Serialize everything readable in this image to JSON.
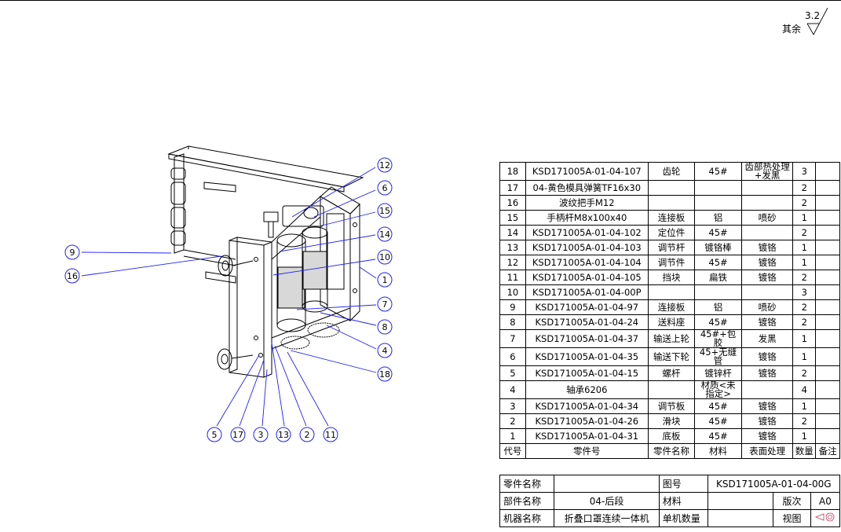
{
  "roughness": {
    "other_label": "其余",
    "value": "3.2"
  },
  "balloons": [
    "12",
    "6",
    "15",
    "14",
    "10",
    "1",
    "7",
    "8",
    "4",
    "18",
    "9",
    "16",
    "5",
    "17",
    "3",
    "13",
    "2",
    "11"
  ],
  "bom": {
    "header": {
      "seq": "代号",
      "part_no": "零件号",
      "name": "零件名称",
      "material": "材料",
      "surface": "表面处理",
      "qty": "数量",
      "note": "备注"
    },
    "rows": [
      {
        "seq": "18",
        "part_no": "KSD171005A-01-04-107",
        "name": "齿轮",
        "material": "45#",
        "surface": "齿部热处理+发黑",
        "qty": "3"
      },
      {
        "seq": "17",
        "part_no": "04-黄色模具弹簧TF16x30",
        "name": "",
        "material": "",
        "surface": "",
        "qty": "2"
      },
      {
        "seq": "16",
        "part_no": "波纹把手M12",
        "name": "",
        "material": "",
        "surface": "",
        "qty": "2"
      },
      {
        "seq": "15",
        "part_no": "手柄杆M8x100x40",
        "name": "连接板",
        "material": "铝",
        "surface": "喷砂",
        "qty": "1"
      },
      {
        "seq": "14",
        "part_no": "KSD171005A-01-04-102",
        "name": "定位件",
        "material": "45#",
        "surface": "",
        "qty": "2"
      },
      {
        "seq": "13",
        "part_no": "KSD171005A-01-04-103",
        "name": "调节杆",
        "material": "镀铬棒",
        "surface": "镀铬",
        "qty": "1"
      },
      {
        "seq": "12",
        "part_no": "KSD171005A-01-04-104",
        "name": "调节件",
        "material": "45#",
        "surface": "镀铬",
        "qty": "1"
      },
      {
        "seq": "11",
        "part_no": "KSD171005A-01-04-105",
        "name": "挡块",
        "material": "扁铁",
        "surface": "镀铬",
        "qty": "2"
      },
      {
        "seq": "10",
        "part_no": "KSD171005A-01-04-00P",
        "name": "",
        "material": "",
        "surface": "",
        "qty": "3"
      },
      {
        "seq": "9",
        "part_no": "KSD171005A-01-04-97",
        "name": "连接板",
        "material": "铝",
        "surface": "喷砂",
        "qty": "2"
      },
      {
        "seq": "8",
        "part_no": "KSD171005A-01-04-24",
        "name": "送料座",
        "material": "45#",
        "surface": "镀铬",
        "qty": "2"
      },
      {
        "seq": "7",
        "part_no": "KSD171005A-01-04-37",
        "name": "输送上轮",
        "material": "45#+包胶",
        "surface": "发黑",
        "qty": "1"
      },
      {
        "seq": "6",
        "part_no": "KSD171005A-01-04-35",
        "name": "输送下轮",
        "material": "45+无缝管",
        "surface": "镀铬",
        "qty": "1"
      },
      {
        "seq": "5",
        "part_no": "KSD171005A-01-04-15",
        "name": "螺杆",
        "material": "镀锌杆",
        "surface": "镀铬",
        "qty": "2"
      },
      {
        "seq": "4",
        "part_no": "轴承6206",
        "name": "",
        "material": "材质<未指定>",
        "surface": "",
        "qty": "4"
      },
      {
        "seq": "3",
        "part_no": "KSD171005A-01-04-34",
        "name": "调节板",
        "material": "45#",
        "surface": "镀铬",
        "qty": "1"
      },
      {
        "seq": "2",
        "part_no": "KSD171005A-01-04-26",
        "name": "滑块",
        "material": "45#",
        "surface": "镀铬",
        "qty": "2"
      },
      {
        "seq": "1",
        "part_no": "KSD171005A-01-04-31",
        "name": "底板",
        "material": "45#",
        "surface": "镀铬",
        "qty": "1"
      }
    ]
  },
  "title_block": {
    "part_name_label": "零件名称",
    "drawing_no_label": "图号",
    "drawing_no": "KSD171005A-01-04-00G",
    "assembly_label": "部件名称",
    "assembly": "04-后段",
    "material_label": "材料",
    "revision_label": "版次",
    "revision": "A0",
    "machine_label": "机器名称",
    "machine": "折叠口罩连续一体机",
    "unit_qty_label": "单机数量",
    "view_label": "视图"
  },
  "colors": {
    "leader": "#2020ff",
    "line": "#000000"
  }
}
